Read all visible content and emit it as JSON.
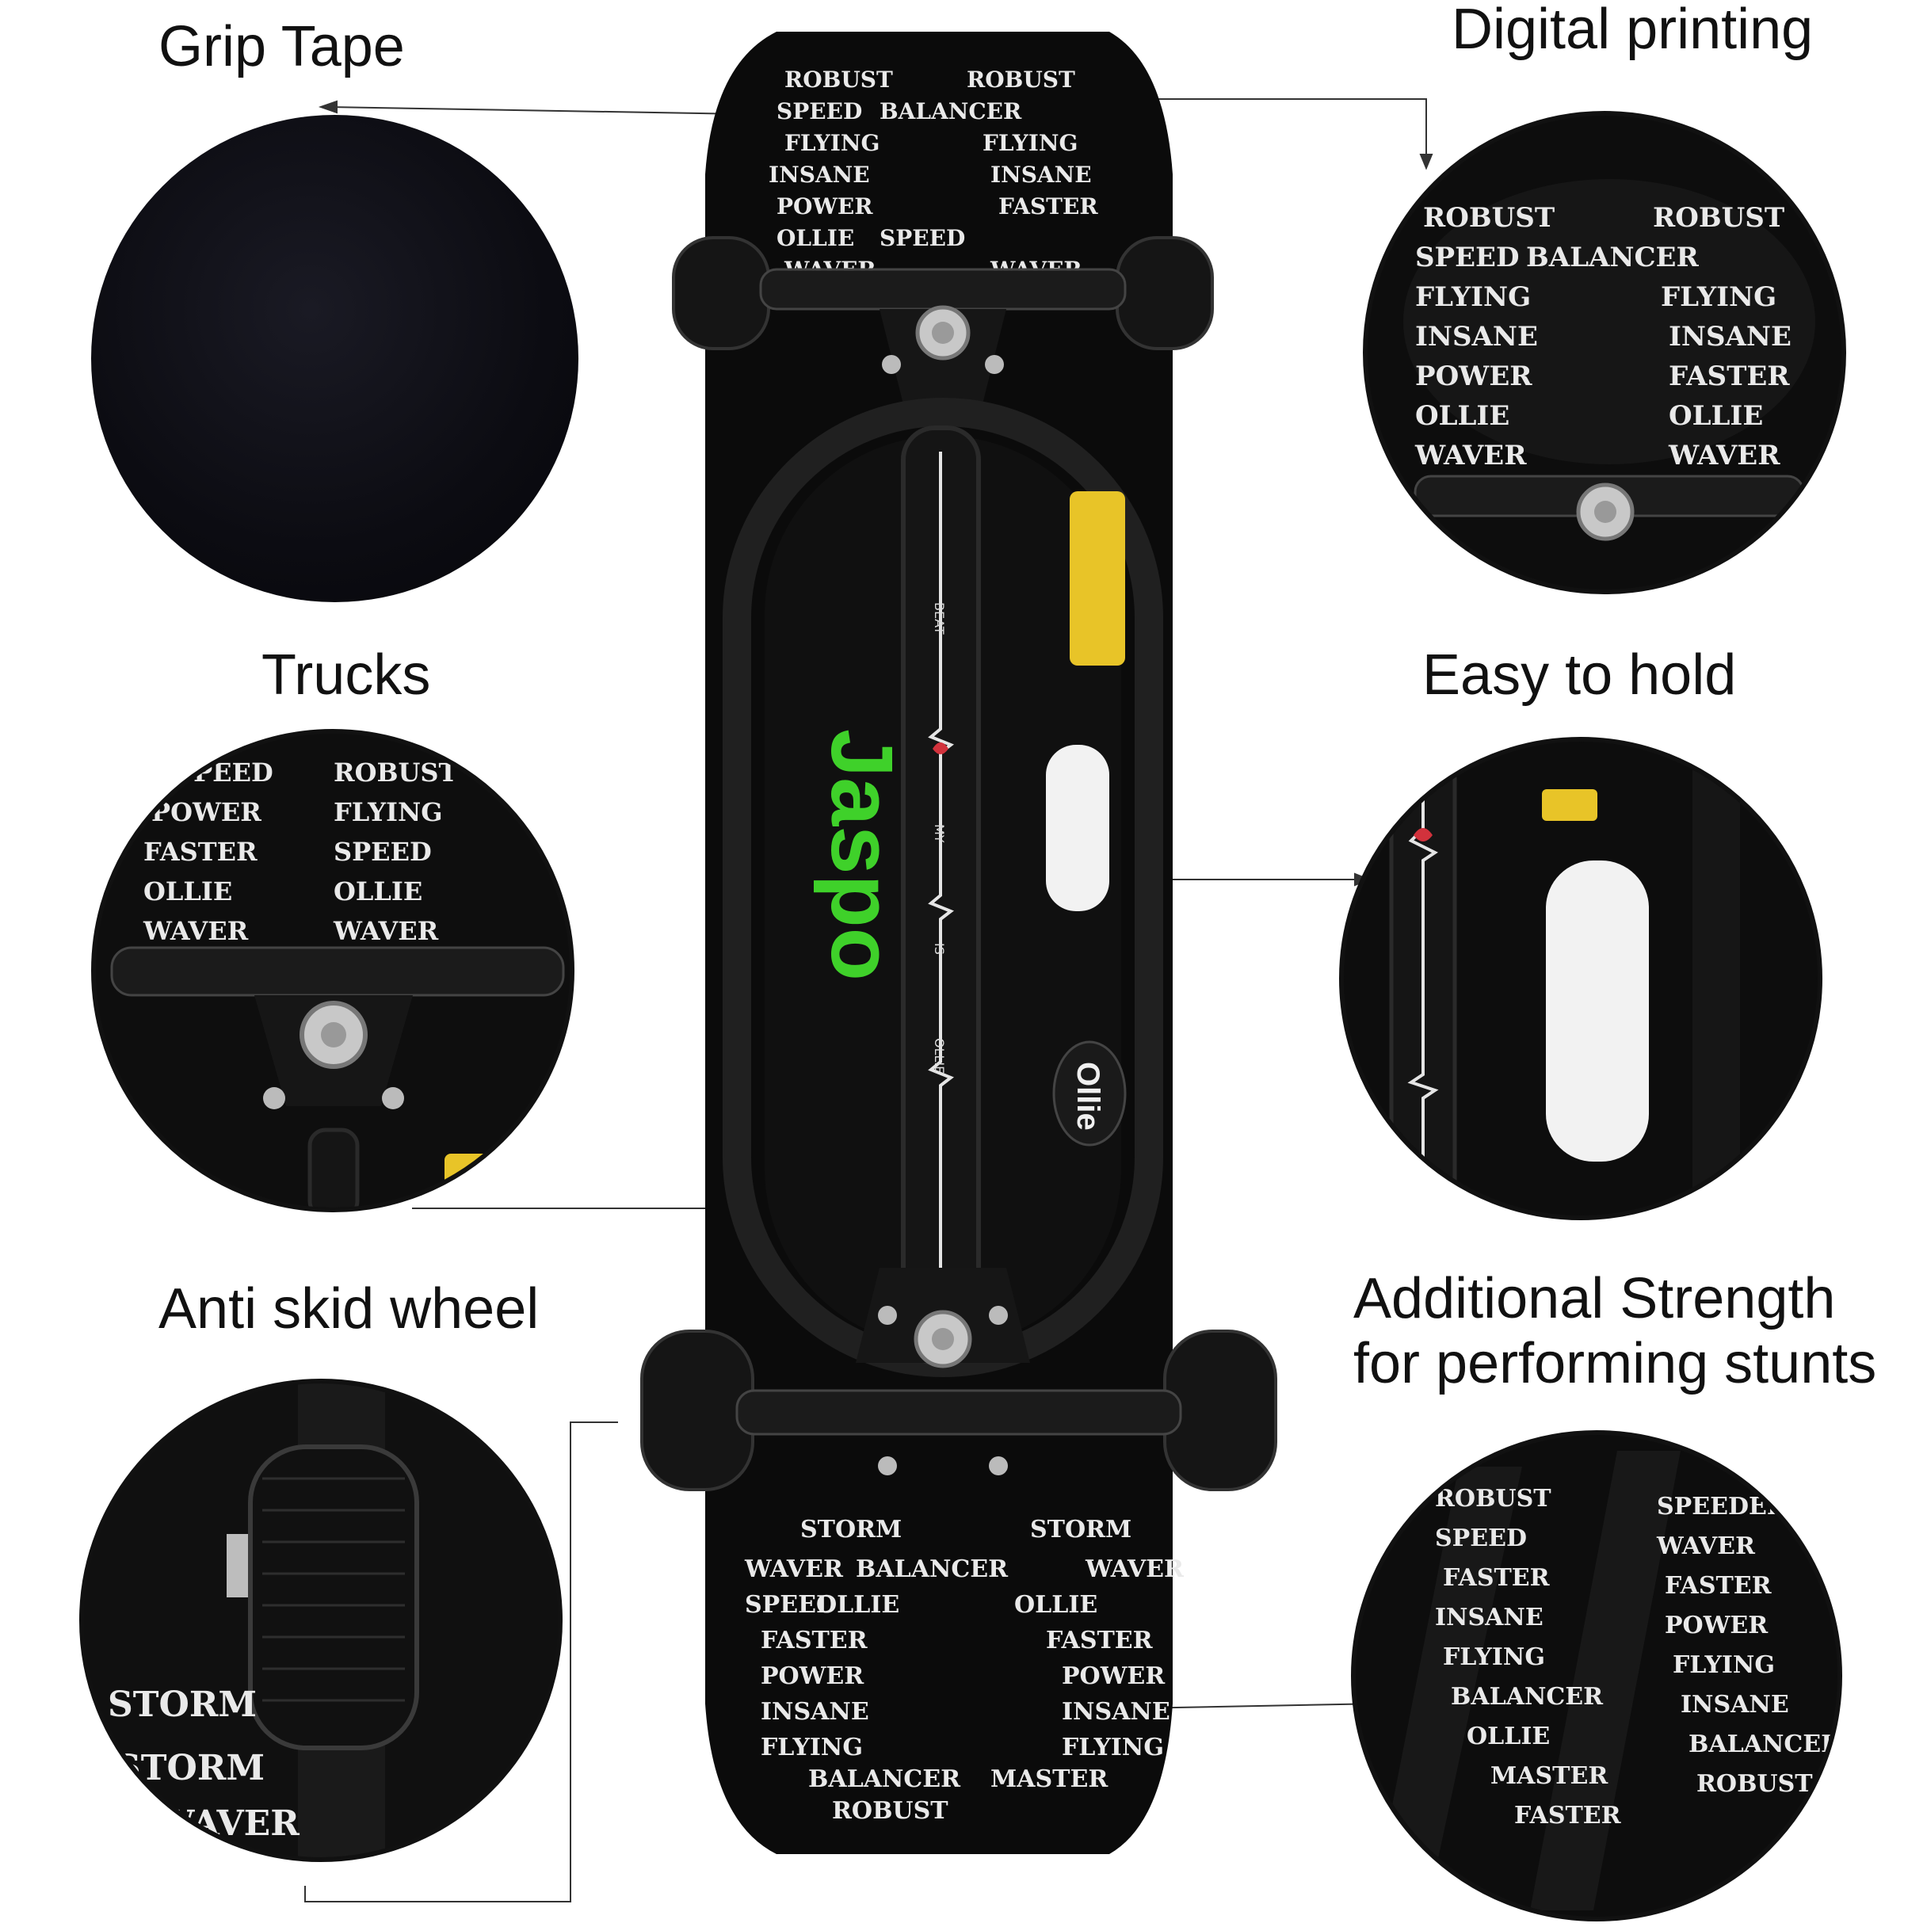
{
  "labels": {
    "grip_tape": "Grip Tape",
    "digital_printing": "Digital printing",
    "trucks": "Trucks",
    "easy_to_hold": "Easy to hold",
    "anti_skid_wheel": "Anti skid wheel",
    "additional_strength_line1": "Additional Strength",
    "additional_strength_line2": "for performing stunts"
  },
  "board": {
    "brand": "Jaspo",
    "model_badge": "Ollie",
    "heartbeat_words": [
      "MY",
      "IS",
      "OLLIE",
      "BEAT"
    ],
    "print_words": [
      "ROBUST",
      "BALANCER",
      "WAVER",
      "OLLIE",
      "SPEED",
      "FASTER",
      "POWER",
      "INSANE",
      "FLYING",
      "MASTER",
      "STORM"
    ]
  },
  "colors": {
    "deck": "#0b0b0b",
    "brand_green": "#3fd12a",
    "sticker_yellow": "#e8c428",
    "print_white": "#e9e9e9",
    "heart_red": "#d2323c"
  }
}
